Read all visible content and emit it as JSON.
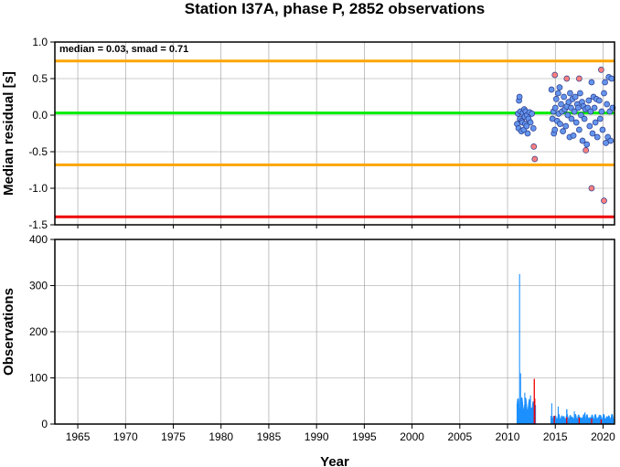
{
  "title": "Station I37A, phase P, 2852 observations",
  "chart_data": [
    {
      "type": "scatter",
      "ylabel": "Median residual [s]",
      "ylim": [
        -1.5,
        1.0
      ],
      "xlim": [
        1962.6,
        2021.2
      ],
      "yticks": [
        "1.0",
        "0.5",
        "0.0",
        "-0.5",
        "-1.0",
        "-1.5"
      ],
      "annotation": "median = 0.03, smad = 0.71",
      "grid": true,
      "reference_lines": [
        {
          "y": 0.74,
          "color": "#ffa500"
        },
        {
          "y": 0.03,
          "color": "#00ee00"
        },
        {
          "y": -0.68,
          "color": "#ffa500"
        },
        {
          "y": -1.39,
          "color": "#ee0000"
        }
      ],
      "series": [
        {
          "color": "#6495ed",
          "points": [
            [
              2011.0,
              -0.12
            ],
            [
              2011.1,
              0.02
            ],
            [
              2011.15,
              -0.18
            ],
            [
              2011.2,
              0.2
            ],
            [
              2011.25,
              0.25
            ],
            [
              2011.3,
              -0.05
            ],
            [
              2011.35,
              0.05
            ],
            [
              2011.45,
              -0.22
            ],
            [
              2011.5,
              -0.08
            ],
            [
              2011.55,
              -0.1
            ],
            [
              2011.6,
              0.03
            ],
            [
              2011.7,
              -0.2
            ],
            [
              2011.75,
              0.08
            ],
            [
              2011.8,
              -0.02
            ],
            [
              2011.85,
              -0.12
            ],
            [
              2011.9,
              0.05
            ],
            [
              2012.0,
              -0.15
            ],
            [
              2012.05,
              0.0
            ],
            [
              2012.1,
              -0.25
            ],
            [
              2012.2,
              -0.05
            ],
            [
              2012.3,
              0.04
            ],
            [
              2012.4,
              -0.1
            ],
            [
              2012.55,
              0.02
            ],
            [
              2012.7,
              -0.18
            ],
            [
              2014.6,
              0.35
            ],
            [
              2014.7,
              -0.05
            ],
            [
              2014.8,
              0.05
            ],
            [
              2014.85,
              -0.25
            ],
            [
              2014.95,
              -0.2
            ],
            [
              2015.0,
              0.1
            ],
            [
              2015.1,
              0.22
            ],
            [
              2015.2,
              -0.08
            ],
            [
              2015.3,
              0.3
            ],
            [
              2015.35,
              0.02
            ],
            [
              2015.45,
              0.38
            ],
            [
              2015.5,
              -0.12
            ],
            [
              2015.6,
              0.15
            ],
            [
              2015.7,
              0.05
            ],
            [
              2015.8,
              -0.22
            ],
            [
              2015.9,
              0.25
            ],
            [
              2016.0,
              0.08
            ],
            [
              2016.1,
              -0.15
            ],
            [
              2016.2,
              0.12
            ],
            [
              2016.3,
              0.0
            ],
            [
              2016.4,
              0.18
            ],
            [
              2016.5,
              -0.3
            ],
            [
              2016.55,
              0.3
            ],
            [
              2016.65,
              0.1
            ],
            [
              2016.7,
              -0.05
            ],
            [
              2016.8,
              0.22
            ],
            [
              2016.9,
              -0.28
            ],
            [
              2017.0,
              0.05
            ],
            [
              2017.1,
              0.25
            ],
            [
              2017.2,
              -0.1
            ],
            [
              2017.3,
              0.15
            ],
            [
              2017.4,
              0.1
            ],
            [
              2017.5,
              -0.2
            ],
            [
              2017.6,
              0.3
            ],
            [
              2017.7,
              0.0
            ],
            [
              2017.8,
              0.18
            ],
            [
              2017.85,
              -0.35
            ],
            [
              2017.95,
              0.12
            ],
            [
              2018.05,
              -0.05
            ],
            [
              2018.15,
              0.08
            ],
            [
              2018.3,
              -0.4
            ],
            [
              2018.4,
              0.1
            ],
            [
              2018.5,
              0.2
            ],
            [
              2018.6,
              -0.15
            ],
            [
              2018.7,
              0.05
            ],
            [
              2018.8,
              0.45
            ],
            [
              2018.9,
              -0.25
            ],
            [
              2019.0,
              0.25
            ],
            [
              2019.1,
              0.1
            ],
            [
              2019.2,
              -0.1
            ],
            [
              2019.3,
              0.22
            ],
            [
              2019.4,
              -0.3
            ],
            [
              2019.6,
              0.2
            ],
            [
              2019.7,
              -0.05
            ],
            [
              2019.85,
              0.05
            ],
            [
              2019.95,
              -0.2
            ],
            [
              2020.1,
              0.3
            ],
            [
              2020.2,
              0.45
            ],
            [
              2020.3,
              -0.38
            ],
            [
              2020.4,
              0.15
            ],
            [
              2020.5,
              -0.3
            ],
            [
              2020.6,
              0.52
            ],
            [
              2020.7,
              0.05
            ],
            [
              2020.8,
              -0.35
            ],
            [
              2020.9,
              0.5
            ],
            [
              2021.0,
              0.1
            ]
          ]
        },
        {
          "color": "#ff7f7f",
          "points": [
            [
              2012.75,
              -0.43
            ],
            [
              2012.85,
              -0.6
            ],
            [
              2014.95,
              0.55
            ],
            [
              2016.2,
              0.5
            ],
            [
              2017.5,
              0.5
            ],
            [
              2018.2,
              -0.48
            ],
            [
              2018.8,
              -1.0
            ],
            [
              2019.8,
              0.62
            ],
            [
              2020.1,
              -1.17
            ]
          ]
        }
      ]
    },
    {
      "type": "bar",
      "ylabel": "Observations",
      "xlabel": "Year",
      "ylim": [
        0,
        400
      ],
      "xlim": [
        1962.6,
        2021.2
      ],
      "yticks": [
        "400",
        "300",
        "200",
        "100",
        "0"
      ],
      "xticks": [
        "1965",
        "1970",
        "1975",
        "1980",
        "1985",
        "1990",
        "1995",
        "2000",
        "2005",
        "2010",
        "2015",
        "2020"
      ],
      "grid": true,
      "series": [
        {
          "color": "#1e90ff",
          "segments": [
            {
              "from": 2011.0,
              "to": 2012.95,
              "baseline": 30,
              "amplitude": 28,
              "period": 0.37,
              "peaks": [
                [
                  2011.25,
                  325
                ],
                [
                  2011.37,
                  110
                ],
                [
                  2011.8,
                  68
                ],
                [
                  2012.4,
                  62
                ]
              ]
            },
            {
              "from": 2014.55,
              "to": 2021.1,
              "baseline": 10,
              "amplitude": 12,
              "period": 0.29,
              "peaks": [
                [
                  2014.62,
                  45
                ],
                [
                  2015.3,
                  38
                ],
                [
                  2016.2,
                  32
                ],
                [
                  2017.0,
                  28
                ],
                [
                  2018.1,
                  25
                ],
                [
                  2019.6,
                  20
                ],
                [
                  2020.7,
                  14
                ]
              ]
            }
          ]
        },
        {
          "color": "#ee0000",
          "bars": [
            [
              2012.8,
              98
            ],
            [
              2012.85,
              55
            ],
            [
              2014.9,
              18
            ],
            [
              2016.2,
              15
            ],
            [
              2017.5,
              14
            ],
            [
              2018.8,
              12
            ],
            [
              2019.8,
              10
            ]
          ]
        }
      ]
    }
  ]
}
